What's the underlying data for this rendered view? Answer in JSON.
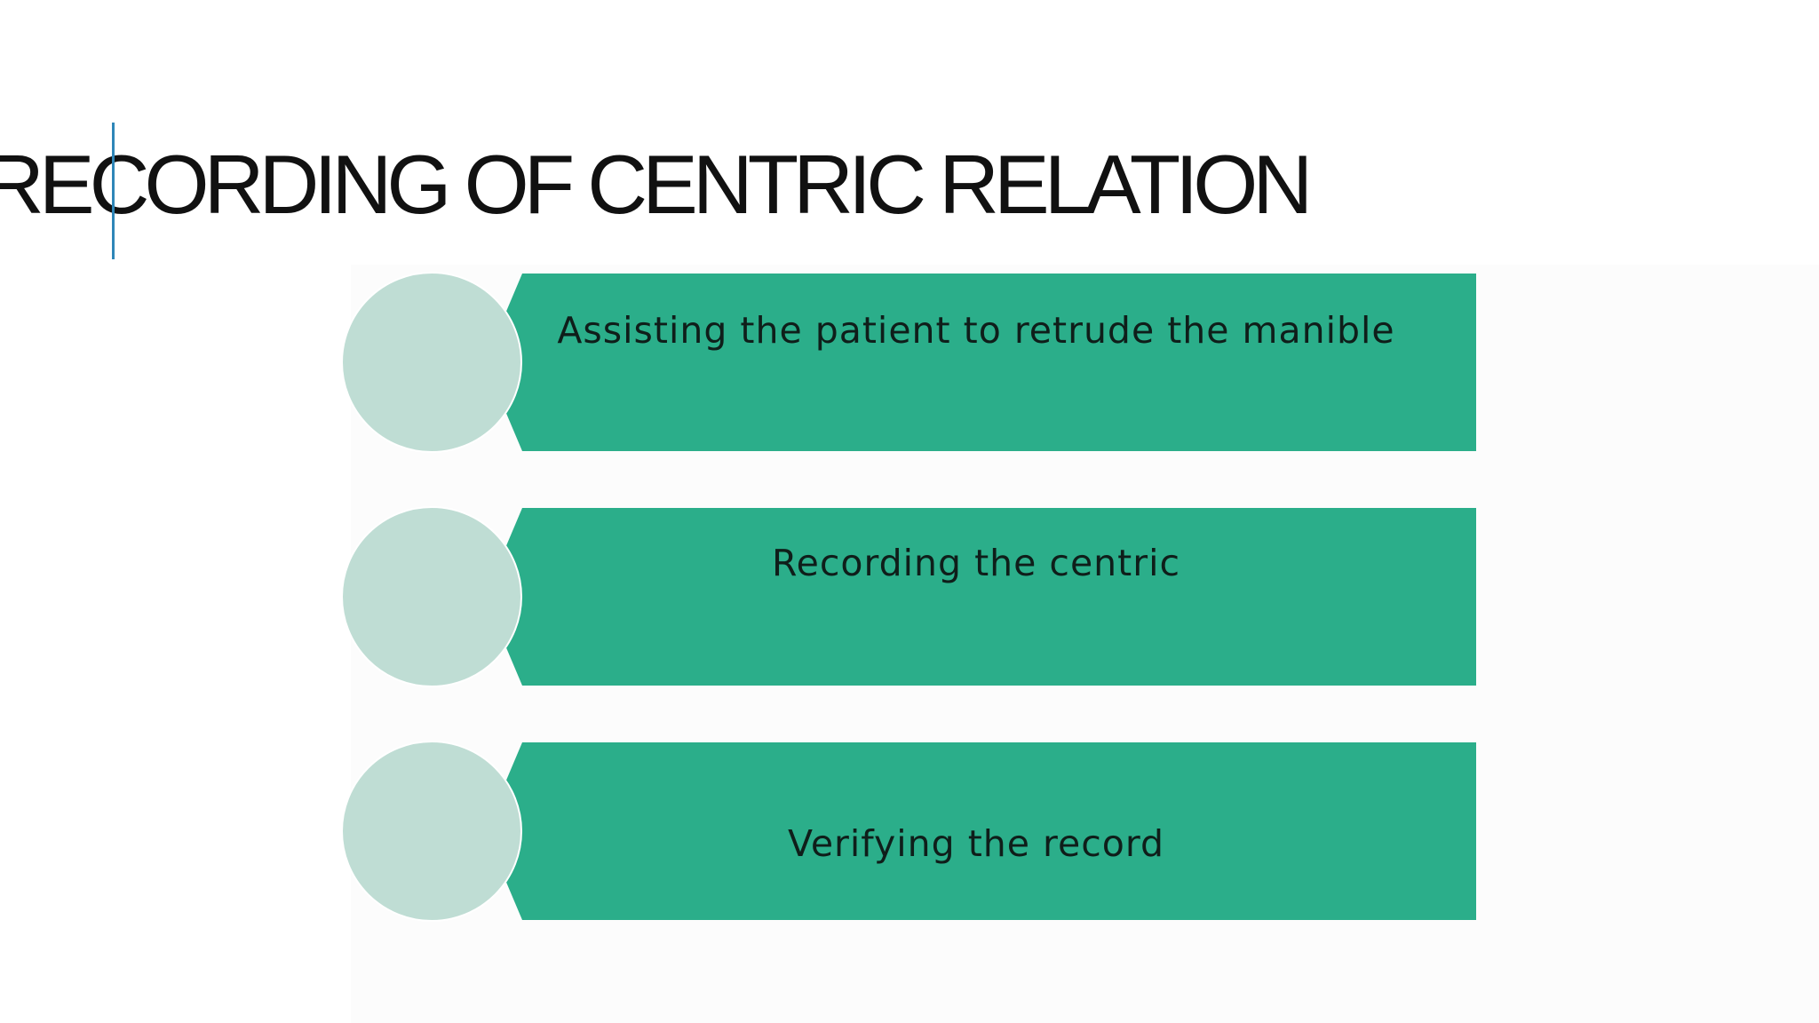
{
  "slide": {
    "title": "RECORDING OF CENTRIC RELATION",
    "steps": [
      {
        "label": "Assisting the patient to retrude  the manible"
      },
      {
        "label": "Recording the centric"
      },
      {
        "label": "Verifying the record"
      }
    ]
  },
  "colors": {
    "banner": "#2bae8a",
    "circle": "#bfddd4",
    "accent_line": "#2e86b8",
    "title_text": "#111111"
  }
}
